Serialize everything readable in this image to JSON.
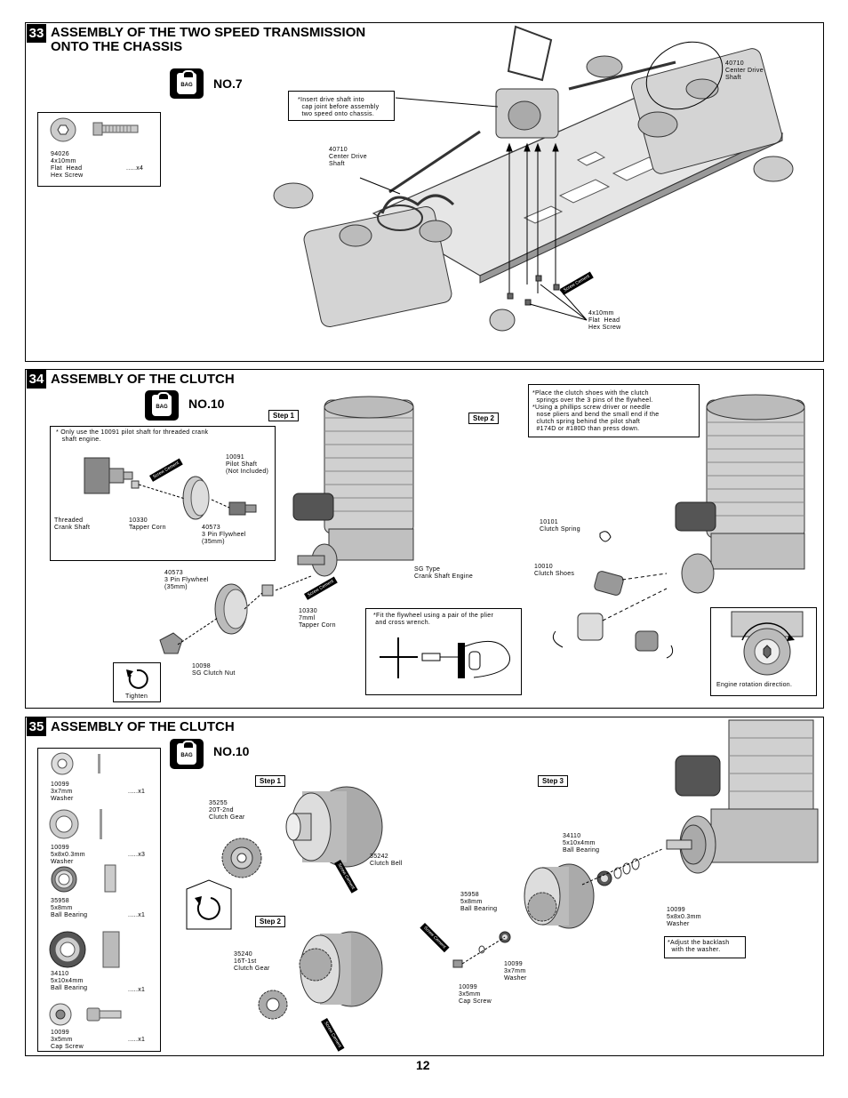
{
  "page_number": "12",
  "bag_label": "BAG",
  "cement_label": "Screw Cement",
  "s33": {
    "num": "33",
    "title_line1": "ASSEMBLY OF THE TWO SPEED TRANSMISSION",
    "title_line2": "ONTO THE CHASSIS",
    "bag_no": "NO.7",
    "part1": "94026\n4x10mm\nFlat  Head\nHex Screw",
    "part1_qty": ".....x4",
    "note": "*Insert drive shaft into\n  cap joint before assembly\n  two speed onto chassis.",
    "label_shaft_left": "40710\nCenter Drive\nShaft",
    "label_shaft_right": "40710\nCenter Drive\nShaft",
    "label_screw": "4x10mm\nFlat  Head\nHex Screw"
  },
  "s34": {
    "num": "34",
    "title": "ASSEMBLY OF THE CLUTCH",
    "bag_no": "NO.10",
    "step1": "Step 1",
    "step2": "Step 2",
    "inset_note": "* Only use the 10091 pilot shaft for threaded crank\n   shaft engine.",
    "l_pilot": "10091\nPilot Shaft\n(Not Included)",
    "l_threaded": "Threaded\nCrank Shaft",
    "l_tapper1": "10330\nTapper Corn",
    "l_fly1": "40573\n3 Pin Flywheel\n(35mm)",
    "l_fly2": "40573\n3 Pin Flywheel\n(35mm)",
    "l_sg": "SG Type\nCrank Shaft Engine",
    "l_tapper2": "10330\n7mml\nTapper Corn",
    "l_nut": "10098\nSG Clutch Nut",
    "tighten": "Tighten",
    "plier_note": "*Fit the flywheel using a pair of the plier\n and cross wrench.",
    "step2_note": "*Place the clutch shoes with the clutch\n  springs over the 3 pins of the flywheel.\n*Using a phillips screw driver or needle\n  nose pliers and bend the small end if the\n  clutch spring behind the pilot shaft\n  #174D or #180D than press down.",
    "l_spring": "10101\nClutch Spring",
    "l_shoes": "10010\nClutch Shoes",
    "rotation": "Engine rotation direction."
  },
  "s35": {
    "num": "35",
    "title": "ASSEMBLY OF THE CLUTCH",
    "bag_no": "NO.10",
    "step1": "Step 1",
    "step2": "Step 2",
    "step3": "Step 3",
    "parts": [
      {
        "label": "10099\n3x7mm\nWasher",
        "qty": ".....x1"
      },
      {
        "label": "10099\n5x8x0.3mm\nWasher",
        "qty": ".....x3"
      },
      {
        "label": "35958\n5x8mm\nBall Bearing",
        "qty": ".....x1"
      },
      {
        "label": "34110\n5x10x4mm\nBall Bearing",
        "qty": ".....x1"
      },
      {
        "label": "10099\n3x5mm\nCap Screw",
        "qty": ".....x1"
      }
    ],
    "l_gear2": "35255\n20T-2nd\nClutch Gear",
    "l_bell": "35242\nClutch Bell",
    "l_gear1": "35240\n16T-1st\nClutch Gear",
    "l_bearing_a": "34110\n5x10x4mm\nBall Bearing",
    "l_bearing_b": "35958\n5x8mm\nBall Bearing",
    "l_washer_a": "10099\n5x8x0.3mm\nWasher",
    "l_washer_b": "10099\n3x7mm\nWasher",
    "l_cap": "10099\n3x5mm\nCap Screw",
    "backlash": "*Adjust the backlash\n  with the washer."
  }
}
